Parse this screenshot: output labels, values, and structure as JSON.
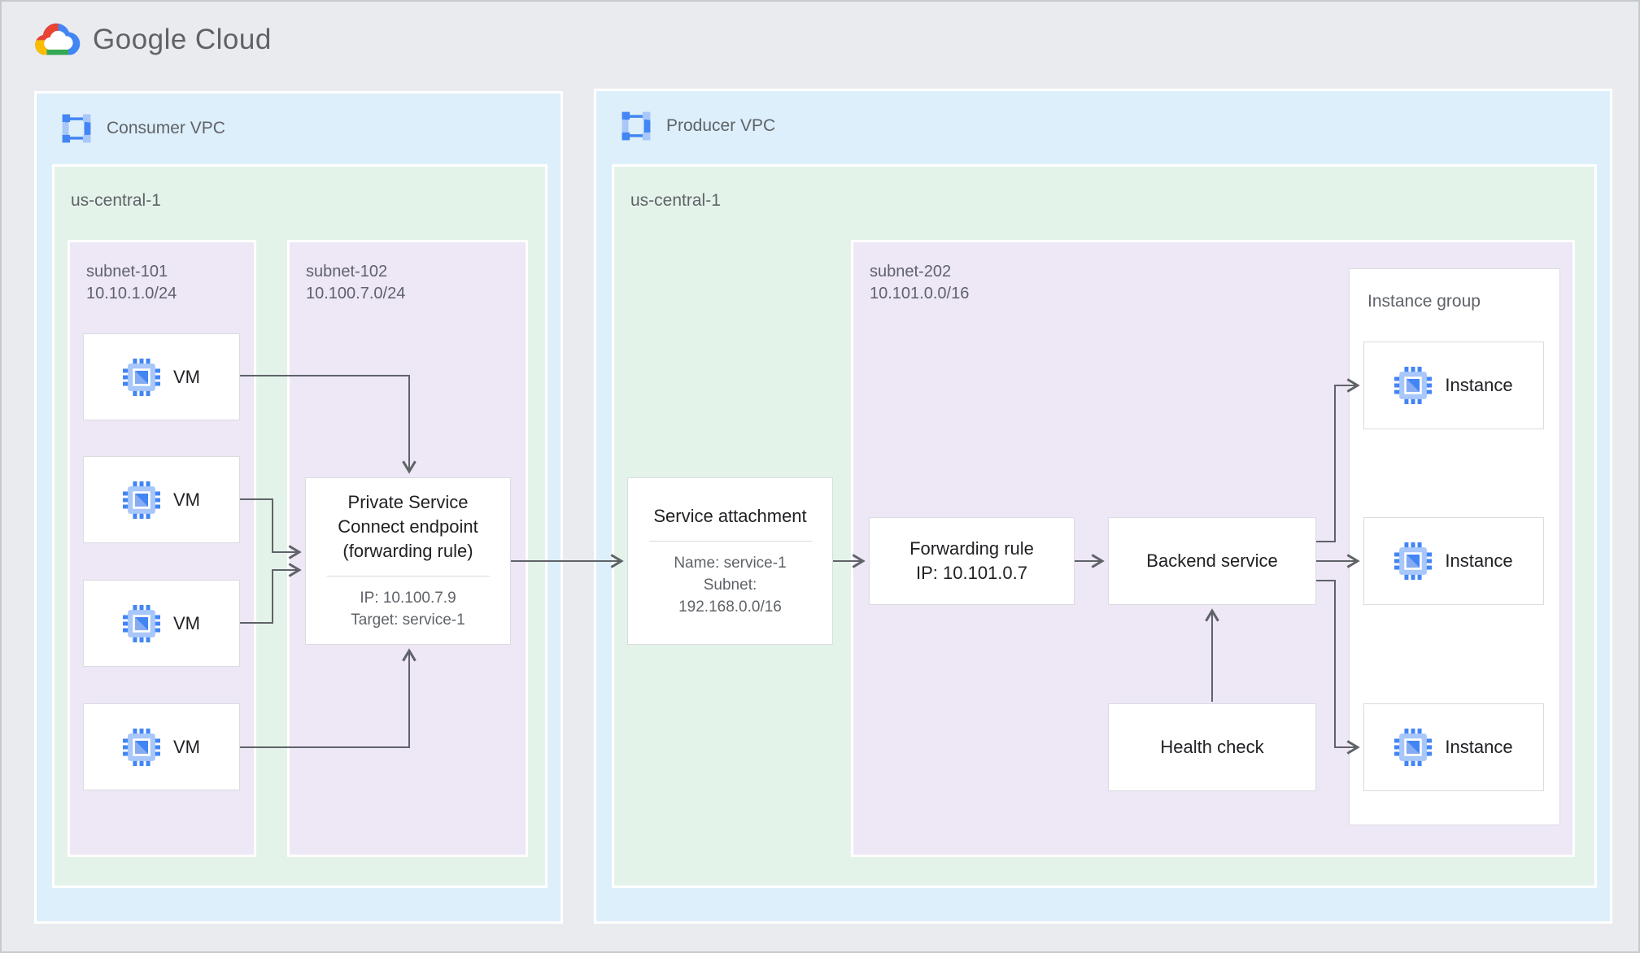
{
  "logo": {
    "google": "Google",
    "cloud": "Cloud"
  },
  "consumer_vpc": {
    "label": "Consumer VPC",
    "region": {
      "label": "us-central-1",
      "subnet_101": {
        "name": "subnet-101",
        "cidr": "10.10.1.0/24",
        "vms": [
          {
            "label": "VM"
          },
          {
            "label": "VM"
          },
          {
            "label": "VM"
          },
          {
            "label": "VM"
          }
        ]
      },
      "subnet_102": {
        "name": "subnet-102",
        "cidr": "10.100.7.0/24",
        "psc_endpoint": {
          "title": "Private Service Connect endpoint (forwarding rule)",
          "ip": "IP: 10.100.7.9",
          "target": "Target: service-1"
        }
      }
    }
  },
  "producer_vpc": {
    "label": "Producer VPC",
    "region": {
      "label": "us-central-1",
      "service_attachment": {
        "title": "Service attachment",
        "name": "Name: service-1",
        "subnet_line1": "Subnet:",
        "subnet_line2": "192.168.0.0/16"
      },
      "subnet_202": {
        "name": "subnet-202",
        "cidr": "10.101.0.0/16",
        "forwarding_rule": {
          "title": "Forwarding rule",
          "ip": "IP: 10.101.0.7"
        },
        "backend_service": {
          "title": "Backend service"
        },
        "health_check": {
          "title": "Health check"
        },
        "instance_group": {
          "label": "Instance group",
          "instances": [
            {
              "label": "Instance"
            },
            {
              "label": "Instance"
            },
            {
              "label": "Instance"
            }
          ]
        }
      }
    }
  },
  "colors": {
    "vpc_bg": "#DDEFFA",
    "region_bg": "#E4F3EA",
    "subnet_bg": "#EEE7F6",
    "node_border": "#D9DCE0",
    "arrow": "#5F6368",
    "title_text": "#202124",
    "label_text": "#5F6368",
    "google_blue": "#4285F4",
    "google_red": "#EA4335",
    "google_yellow": "#FBBC04",
    "google_green": "#34A853",
    "chip_light_blue": "#A8C7FA"
  }
}
